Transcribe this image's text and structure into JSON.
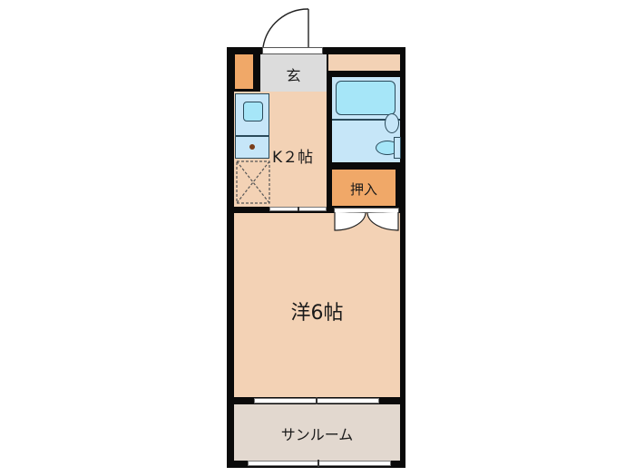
{
  "floorplan": {
    "rooms": {
      "entrance": {
        "label": "玄",
        "color": "#dcdcdc"
      },
      "kitchen": {
        "label": "K２帖",
        "color": "#f3d2b5"
      },
      "closet": {
        "label": "押入",
        "color": "#f0a868"
      },
      "western_room": {
        "label": "洋6帖",
        "color": "#f3d2b5"
      },
      "sunroom": {
        "label": "サンルーム",
        "color": "#e2d8cf"
      },
      "bathroom": {
        "color": "#c6e6f8"
      },
      "storage_left": {
        "color": "#f0a868"
      },
      "strip_top": {
        "color": "#f3d2b5"
      }
    },
    "colors": {
      "wall": "#0a0a0a",
      "fixture": "#a6e6f8",
      "fixture_outline": "#2a4a5a"
    }
  }
}
